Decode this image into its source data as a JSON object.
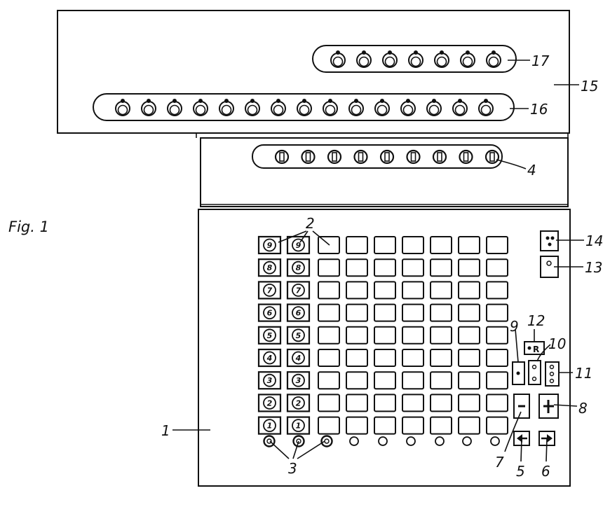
{
  "figure_label": "Fig. 1",
  "reference_numerals": {
    "housing": "1",
    "key": "2",
    "clear_key": "3",
    "result_register": "4",
    "shift_left": "5",
    "shift_right": "6",
    "minus_key": "7",
    "plus_key": "8",
    "key_9": "9",
    "key_10": "10",
    "key_11": "11",
    "key_12": "12",
    "key_13": "13",
    "key_14": "14",
    "carriage": "15",
    "register_16": "16",
    "register_17": "17"
  },
  "keyboard": {
    "digit_labels": [
      "9",
      "8",
      "7",
      "6",
      "5",
      "4",
      "3",
      "2",
      "1"
    ],
    "labeled_columns": 2,
    "blank_columns": 7,
    "clear_buttons": 9
  },
  "register_windows": {
    "register_16": 15,
    "register_17": 7,
    "result_register_4": 9
  },
  "control_symbols": {
    "minus": "−",
    "plus": "+",
    "key_12": "R"
  }
}
